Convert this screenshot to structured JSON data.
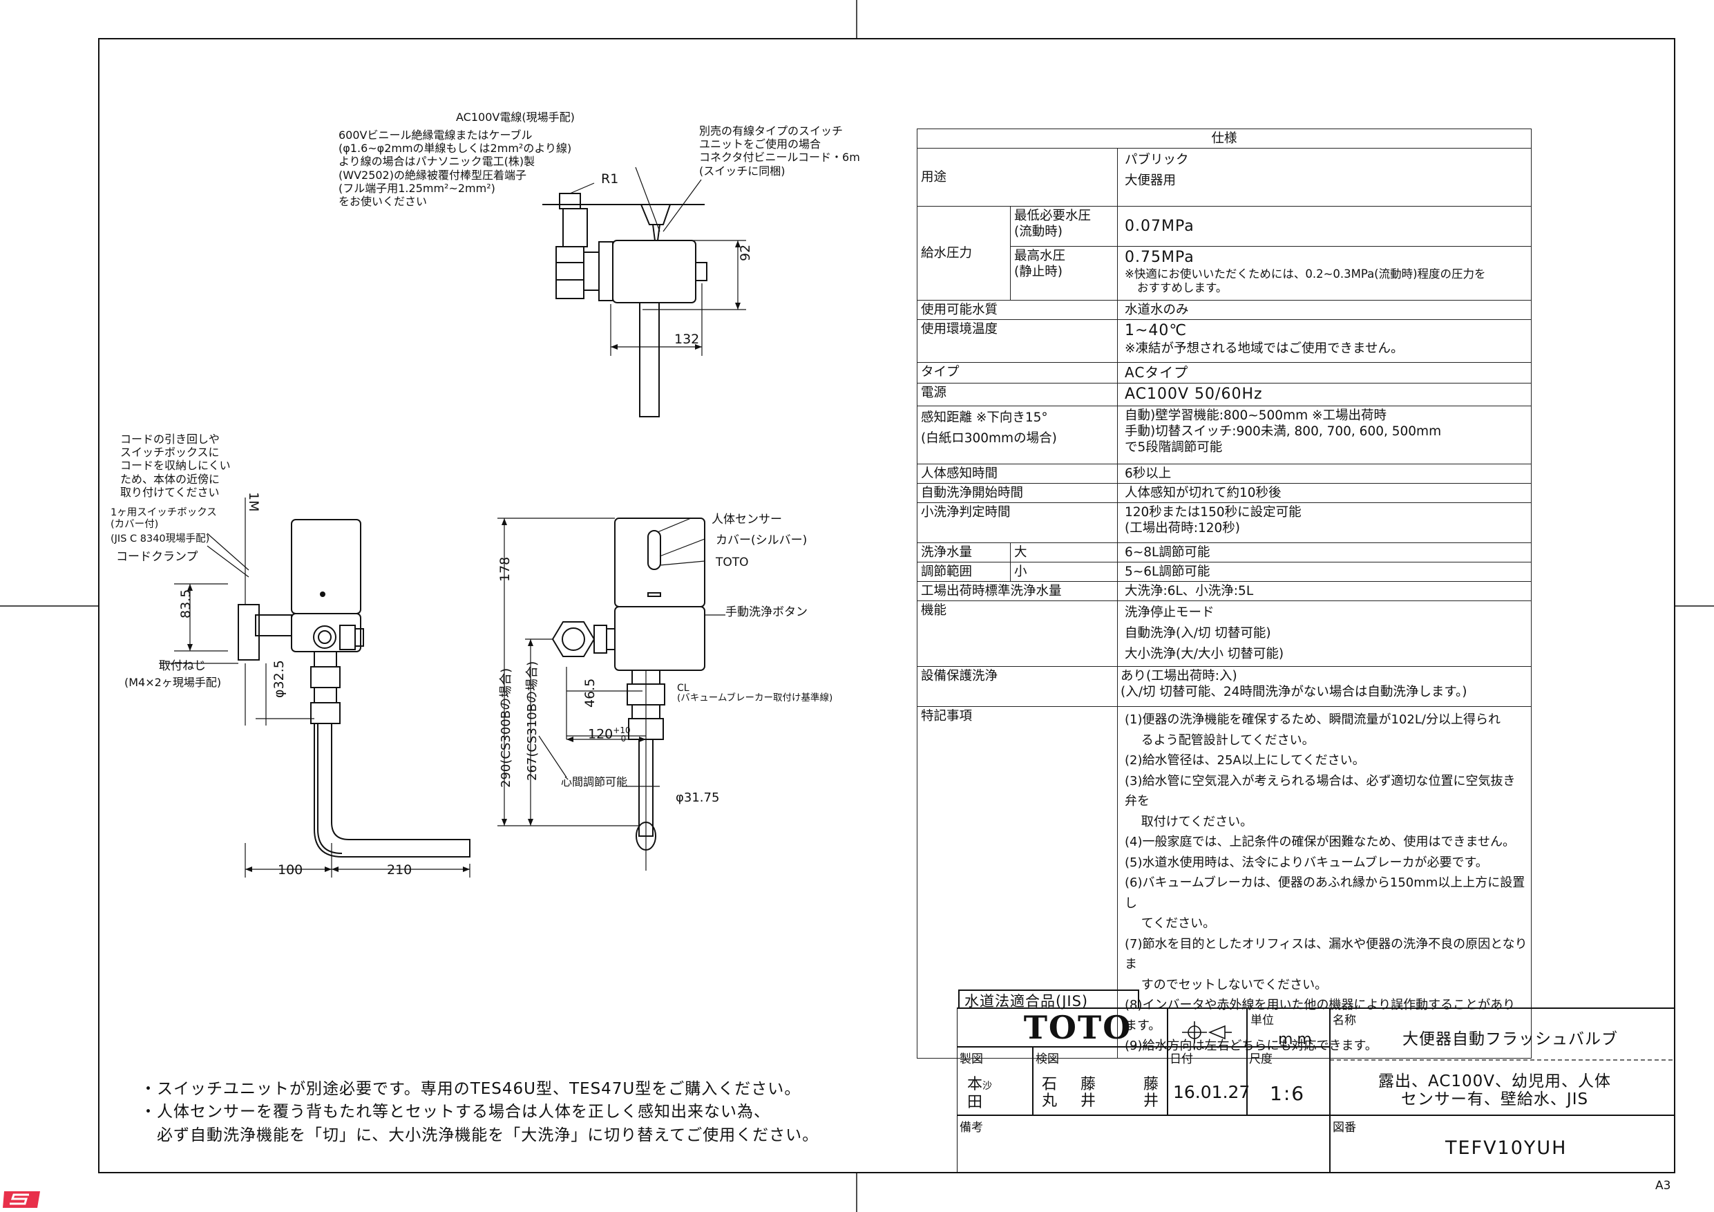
{
  "spec_table": {
    "header": "仕様",
    "rows": {
      "usage_label": "用途",
      "usage_value1": "パブリック",
      "usage_value2": "大便器用",
      "pressure_label": "給水圧力",
      "min_pressure_label1": "最低必要水圧",
      "min_pressure_label2": "(流動時)",
      "min_pressure_value": "0.07MPa",
      "max_pressure_label1": "最高水圧",
      "max_pressure_label2": "(静止時)",
      "max_pressure_value": "0.75MPa",
      "pressure_note1": "※快適にお使いいただくためには、0.2~0.3MPa(流動時)程度の圧力を",
      "pressure_note2": "おすすめします。",
      "water_label": "使用可能水質",
      "water_value": "水道水のみ",
      "temp_label": "使用環境温度",
      "temp_value": "1~40℃",
      "temp_note": "※凍結が予想される地域ではご使用できません。",
      "type_label": "タイプ",
      "type_value": "ACタイプ",
      "power_label": "電源",
      "power_value": "AC100V 50/60Hz",
      "sense_label1": "感知距離 ※下向き15°",
      "sense_label2": "(白紙ロ300mmの場合)",
      "sense_auto": "自動)壁学習機能:800~500mm ※工場出荷時",
      "sense_manual1": "手動)切替スイッチ:900未満, 800, 700, 600, 500mm",
      "sense_manual2": "で5段階調節可能",
      "detect_label": "人体感知時間",
      "detect_value": "6秒以上",
      "autoflush_label": "自動洗浄開始時間",
      "autoflush_value": "人体感知が切れて約10秒後",
      "small_judge_label": "小洗浄判定時間",
      "small_judge_value1": "120秒または150秒に設定可能",
      "small_judge_value2": "(工場出荷時:120秒)",
      "flow_label1": "洗浄水量",
      "flow_label2": "調節範囲",
      "flow_large": "大",
      "flow_small": "小",
      "flow_large_value": "6~8L調節可能",
      "flow_small_value": "5~6L調節可能",
      "factory_label": "工場出荷時標準洗浄水量",
      "factory_value": "大洗浄:6L、小洗浄:5L",
      "function_label": "機能",
      "function_value1": "洗浄停止モード",
      "function_value2": "自動洗浄(入/切 切替可能)",
      "function_value3": "大小洗浄(大/大小 切替可能)",
      "protect_label": "設備保護洗浄",
      "protect_value1": "あり(工場出荷時:入)",
      "protect_value2": "(入/切 切替可能、24時間洗浄がない場合は自動洗浄します。)",
      "special_label": "特記事項",
      "special_notes": [
        "(1)便器の洗浄機能を確保するため、瞬間流量が102L/分以上得られ",
        "　 るよう配管設計してください。",
        "(2)給水管径は、25A以上にしてください。",
        "(3)給水管に空気混入が考えられる場合は、必ず適切な位置に空気抜き弁を",
        "　 取付けてください。",
        "(4)一般家庭では、上記条件の確保が困難なため、使用はできません。",
        "(5)水道水使用時は、法令によりバキュームブレーカが必要です。",
        "(6)バキュームブレーカは、便器のあふれ縁から150mm以上上方に設置し",
        "　 てください。",
        "(7)節水を目的としたオリフィスは、漏水や便器の洗浄不良の原因となりま",
        "　 すのでセットしないでください。",
        "(8)インバータや赤外線を用いた他の機器により誤作動することがあります。",
        "(9)給水方向は左右どちらにも対応できます。"
      ]
    }
  },
  "drawing_top": {
    "ac_label": "AC100V電線(現場手配)",
    "cable_note": [
      "600Vビニール絶縁電線またはケーブル",
      "(φ1.6~φ2mmの単線もしくは2mm²のより線)",
      "より線の場合はパナソニック電工(株)製",
      "(WV2502)の絶縁被覆付棒型圧着端子",
      "(フル端子用1.25mm²~2mm²)",
      "をお使いください"
    ],
    "switch_note": [
      "別売の有線タイプのスイッチ",
      "ユニットをご使用の場合",
      "コネクタ付ビニールコード・6m",
      "(スイッチに同梱)"
    ],
    "r1": "R1",
    "dim_92": "92",
    "dim_132": "132"
  },
  "drawing_left": {
    "cord_note": [
      "コードの引き回しや",
      "スイッチボックスに",
      "コードを収納しにくい",
      "ため、本体の近傍に",
      "取り付けてください"
    ],
    "box_note": [
      "1ヶ用スイッチボックス",
      "(カバー付)"
    ],
    "jis_note": "(JIS C 8340現場手配)",
    "clamp": "コードクランプ",
    "screw1": "取付ねじ",
    "screw2": "(M4×2ヶ現場手配)",
    "dim_1m": "1M",
    "dim_835": "83.5",
    "dim_325": "φ32.5",
    "dim_100": "100",
    "dim_210": "210"
  },
  "drawing_front": {
    "sensor": "人体センサー",
    "cover": "カバー(シルバー)",
    "toto": "TOTO",
    "manual": "手動洗浄ボタン",
    "cl": "CL",
    "vb_note": "(バキュームブレーカー取付け基準線)",
    "dim_178": "178",
    "dim_290": "290(CS300Bの場合)",
    "dim_267": "267(CS310Bの場合)",
    "dim_465": "46.5",
    "dim_120": "120",
    "dim_tol": "+10",
    "dim_tol0": "0",
    "adjust": "心間調節可能",
    "dim_3175": "φ31.75"
  },
  "bottom_notes": [
    "・スイッチユニットが別途必要です。専用のTES46U型、TES47U型をご購入ください。",
    "・人体センサーを覆う背もたれ等とセットする場合は人体を正しく感知出来ない為、",
    "　必ず自動洗浄機能を「切」に、大小洗浄機能を「大洗浄」に切り替えてご使用ください。"
  ],
  "title_block": {
    "jis_tab": "水道法適合品(JIS)",
    "brand": "TOTO",
    "unit_label": "単位",
    "unit_value": "mm",
    "name_label": "名称",
    "name_value": "大便器自動フラッシュバルブ",
    "drawn_label": "製図",
    "check_label": "検図",
    "drawn_seal1": "本",
    "drawn_seal2": "田",
    "drawn_seal3": "沙",
    "check_name1": "石",
    "check_name2": "丸",
    "check_name3": "藤",
    "check_name4": "井",
    "check_seal1": "藤",
    "check_seal2": "井",
    "date_label": "日付",
    "date_value": "16.01.27",
    "scale_label": "尺度",
    "scale_value": "1:6",
    "desc1": "露出、AC100V、幼児用、人体",
    "desc2": "センサー有、壁給水、JIS",
    "remarks_label": "備考",
    "drawing_no_label": "図番",
    "drawing_no_value": "TEFV10YUH"
  },
  "paper_size": "A3"
}
